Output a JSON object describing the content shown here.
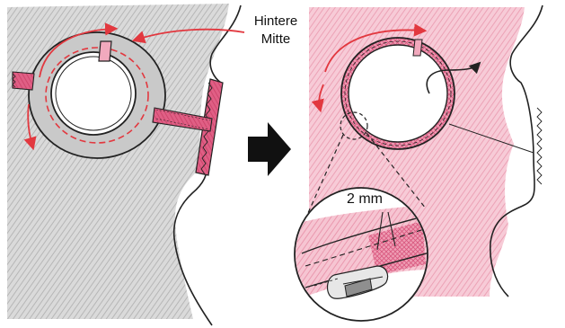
{
  "labels": {
    "back_center_line1": "Hintere",
    "back_center_line2": "Mitte",
    "width_measure": "2 mm"
  },
  "colors": {
    "pink_shading": "#e98aa6",
    "red_arrow": "#e2383f",
    "grey_shading": "#b9b9b9",
    "line": "#222222"
  }
}
